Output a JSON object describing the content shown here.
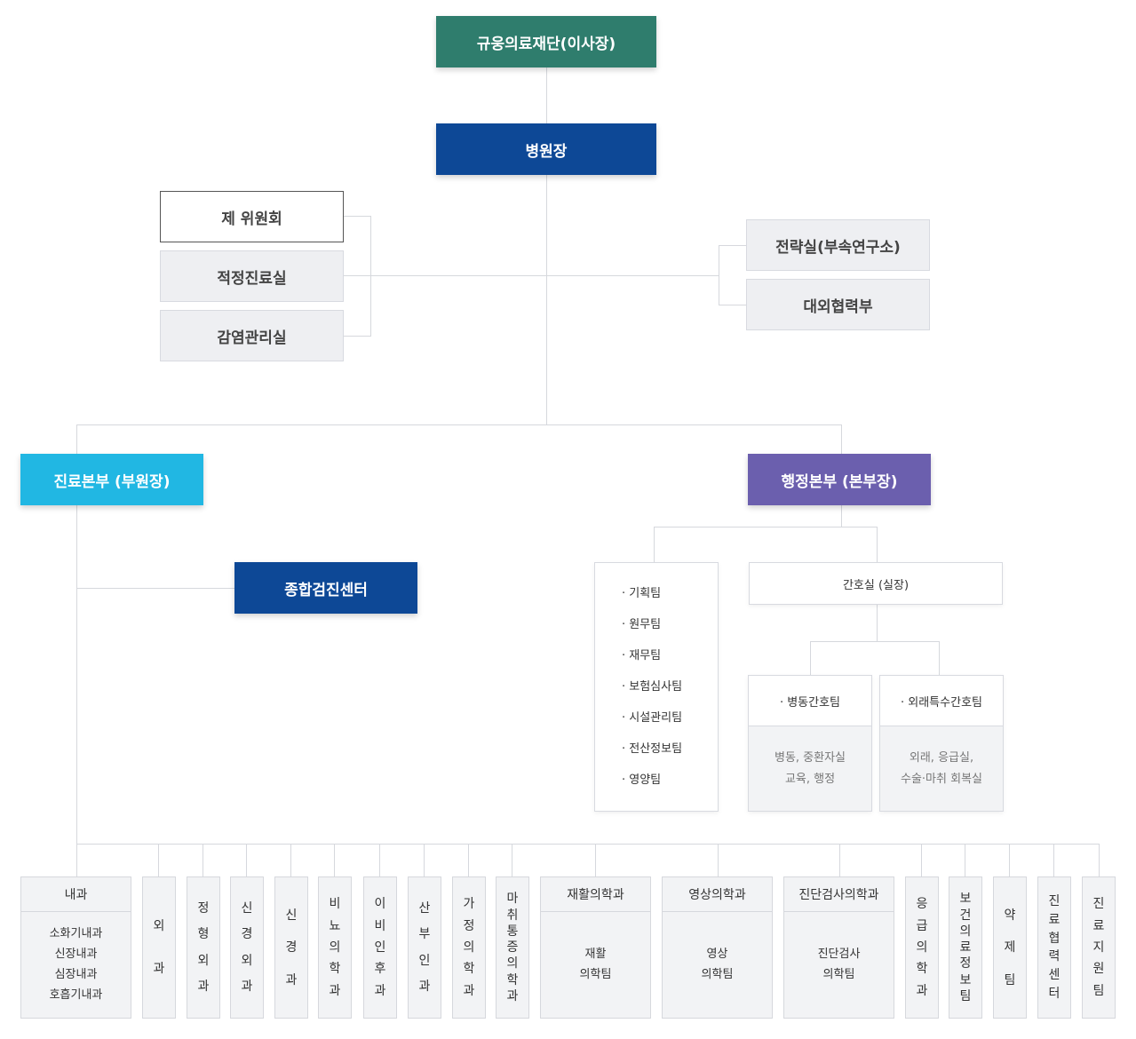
{
  "top": {
    "foundation": "규웅의료재단(이사장)",
    "director": "병원장"
  },
  "left_staff": [
    "제 위원회",
    "적정진료실",
    "감염관리실"
  ],
  "right_staff": [
    "전략실(부속연구소)",
    "대외협력부"
  ],
  "medical_hq": "진료본부 (부원장)",
  "admin_hq": "행정본부 (본부장)",
  "checkup_center": "종합검진센터",
  "admin_teams": [
    "기획팀",
    "원무팀",
    "재무팀",
    "보험심사팀",
    "시설관리팀",
    "전산정보팀",
    "영양팀"
  ],
  "nursing": {
    "title": "간호실 (실장)",
    "ward_team": {
      "title": "병동간호팀",
      "lines": [
        "병동, 중환자실",
        "교육, 행정"
      ]
    },
    "outpatient_team": {
      "title": "외래특수간호팀",
      "lines": [
        "외래, 응급실,",
        "수술·마취 회복실"
      ]
    }
  },
  "internal_medicine": {
    "title": "내과",
    "subs": [
      "소화기내과",
      "신장내과",
      "심장내과",
      "호흡기내과"
    ]
  },
  "vertical_depts": [
    [
      "외",
      "과"
    ],
    [
      "정",
      "형",
      "외",
      "과"
    ],
    [
      "신",
      "경",
      "외",
      "과"
    ],
    [
      "신",
      "경",
      "과"
    ],
    [
      "비",
      "뇨",
      "의",
      "학",
      "과"
    ],
    [
      "이",
      "비",
      "인",
      "후",
      "과"
    ],
    [
      "산",
      "부",
      "인",
      "과"
    ],
    [
      "가",
      "정",
      "의",
      "학",
      "과"
    ],
    [
      "마",
      "취",
      "통",
      "증",
      "의",
      "학",
      "과"
    ]
  ],
  "split_depts": [
    {
      "title": "재활의학과",
      "lines": [
        "재활",
        "의학팀"
      ]
    },
    {
      "title": "영상의학과",
      "lines": [
        "영상",
        "의학팀"
      ]
    },
    {
      "title": "진단검사의학과",
      "lines": [
        "진단검사",
        "의학팀"
      ]
    }
  ],
  "vertical_depts_2": [
    [
      "응",
      "급",
      "의",
      "학",
      "과"
    ],
    [
      "보",
      "건",
      "의",
      "료",
      "정",
      "보",
      "팀"
    ],
    [
      "약",
      "제",
      "팀"
    ],
    [
      "진",
      "료",
      "협",
      "력",
      "센",
      "터"
    ],
    [
      "진",
      "료",
      "지",
      "원",
      "팀"
    ]
  ],
  "colors": {
    "foundation": "#2f7d6d",
    "director": "#0d4896",
    "medical_hq": "#21b7e3",
    "admin_hq": "#6b5fae",
    "checkup": "#0d4896"
  }
}
